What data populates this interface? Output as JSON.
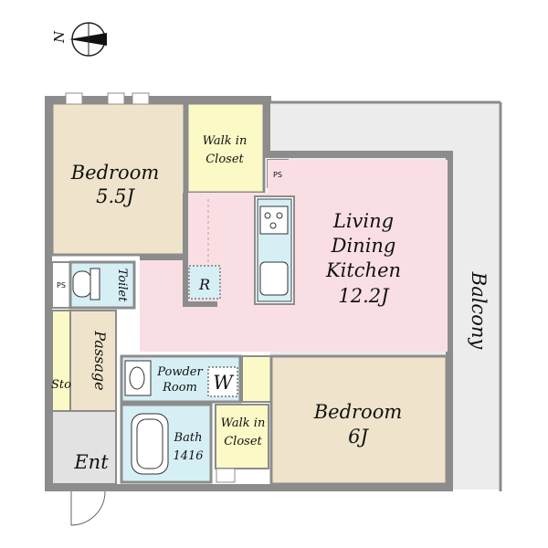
{
  "compass": {
    "label": "N",
    "icon": "north-arrow-icon"
  },
  "rooms": {
    "bedroom_nw": {
      "name": "Bedroom",
      "size": "5.5J"
    },
    "walk_in_closet_n": {
      "line1": "Walk in",
      "line2": "Closet"
    },
    "ps_top": "PS",
    "ps_left": "PS",
    "toilet": "Toilet",
    "ldk": {
      "line1": "Living",
      "line2": "Dining",
      "line3": "Kitchen",
      "size": "12.2J"
    },
    "refrigerator": "R",
    "balcony": "Balcony",
    "passage": "Passage",
    "storage": "Sto",
    "powder_room": {
      "line1": "Powder",
      "line2": "Room"
    },
    "washer": "W",
    "bath": {
      "line1": "Bath",
      "line2": "1416"
    },
    "walk_in_closet_s": {
      "line1": "Walk in",
      "line2": "Closet"
    },
    "bedroom_se": {
      "name": "Bedroom",
      "size": "6J"
    },
    "entrance": "Ent"
  },
  "colors": {
    "wall": "#8c8c8c",
    "bedroom": "#efe4cb",
    "closet": "#fbf9c6",
    "ldk": "#f9dfe4",
    "wet_area": "#d6eff5",
    "balcony": "#ececec",
    "entrance": "#e2e2e2"
  }
}
